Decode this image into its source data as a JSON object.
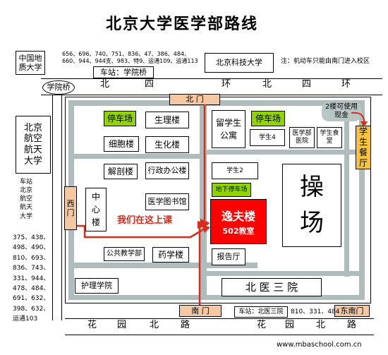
{
  "title": "北京大学医学部路线",
  "bus": {
    "top_routes_line1": "656、696、740、751、836、47、386、484、",
    "top_routes_line2": "660、944、944支、983、特9、运通109、运通113",
    "xueyuanqiao_station": "车站：学院桥",
    "beihang_station": "车站\n北京\n航空\n航天\n大学",
    "left_routes": "375、438、\n498、490、\n810、693、\n836、743、\n331、944、\n478、484、\n691、632、\n398、632、\n运通103",
    "beiyi3_station": "车站：北医三院",
    "bottom_routes": "810、331、484"
  },
  "note": "注：机动车只能由南门进入校区",
  "roads": {
    "north4": [
      "北",
      "四",
      "环"
    ],
    "north4_right": [
      "北",
      "四",
      "环"
    ],
    "huayuan_left": [
      "花",
      "园",
      "北",
      "路"
    ],
    "huayuan_right": [
      "花",
      "园",
      "北",
      "路"
    ],
    "xueyuanqiao": "学院桥"
  },
  "outside": {
    "geoscience": "中国地质大学",
    "ustb": "北京科技大学",
    "beihang": "北京航空航天大学"
  },
  "gates": {
    "north": "北 门",
    "west": "西门",
    "south": "南 门",
    "southeast": "东南门"
  },
  "buildings": {
    "parking1": "停车场",
    "physiology": "生理楼",
    "cell": "细胞楼",
    "biochem": "生化楼",
    "foreign_dorm": "留学生公寓",
    "parking2": "停车场",
    "student4": "学生4",
    "hospital": "医学部医院",
    "canteen": "学生食堂",
    "dining_hall": "学生餐厅",
    "anatomy": "解剖楼",
    "admin": "行政办公楼",
    "student2": "学生2",
    "underground_parking": "地下停车场",
    "playground": "操场",
    "center": "中心楼",
    "library": "医学图书馆",
    "yifu": "逸夫楼",
    "classroom": "502教室",
    "public_teaching": "公共教学部",
    "pharmacy": "药学楼",
    "report_hall": "报告厅",
    "nursing": "护理学院",
    "beiyi3": "北 医 三 院"
  },
  "annotations": {
    "cash": "2楼可使用现金",
    "here": "我们在这上课"
  },
  "website": "www.mbaschool.com.cn",
  "colors": {
    "road": "#b0bcbc",
    "green": "#8fd400",
    "gate": "#f5c8a4",
    "canteen": "#f7c43a",
    "yifu": "#ff0000",
    "route": "#d92b1a",
    "cash_bubble": "#b8c6c6"
  }
}
